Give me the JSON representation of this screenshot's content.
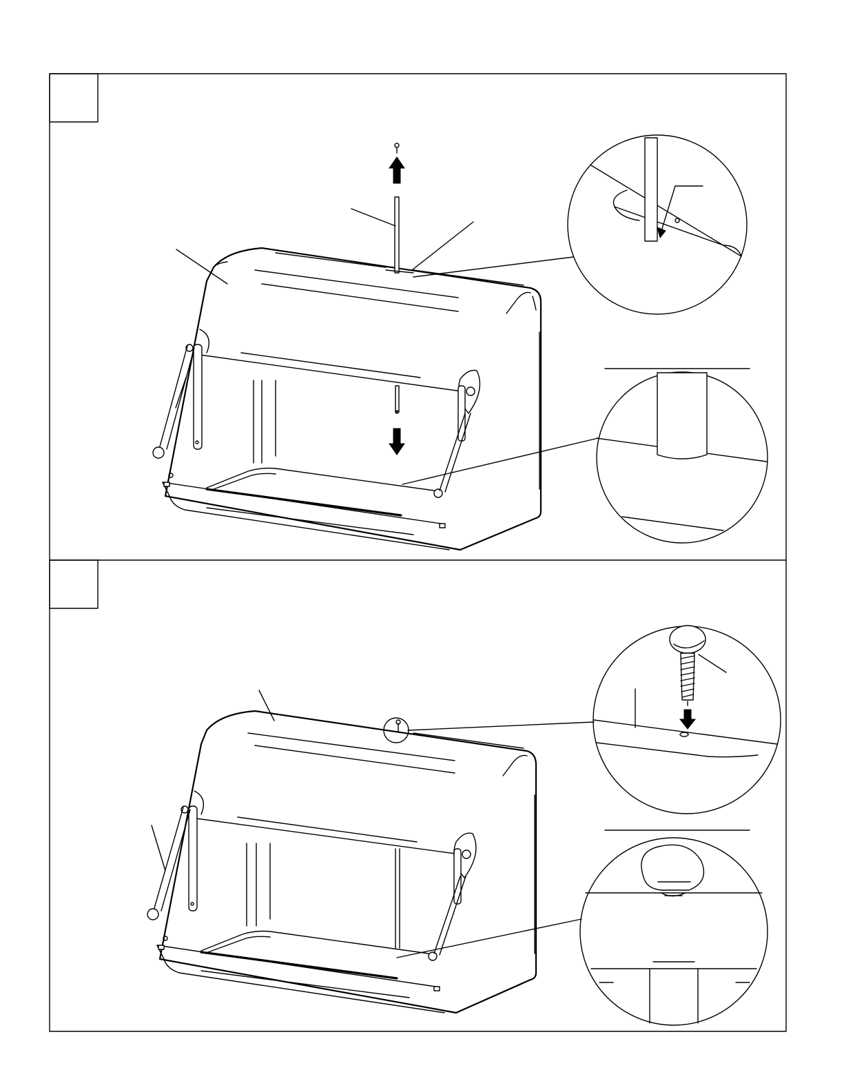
{
  "page": {
    "steps": [
      {
        "number": "",
        "details": [
          "pin-removal-detail",
          "rod-seat-detail"
        ]
      },
      {
        "number": "",
        "details": [
          "thumbscrew-install-detail",
          "thumbscrew-seated-detail"
        ]
      }
    ]
  }
}
